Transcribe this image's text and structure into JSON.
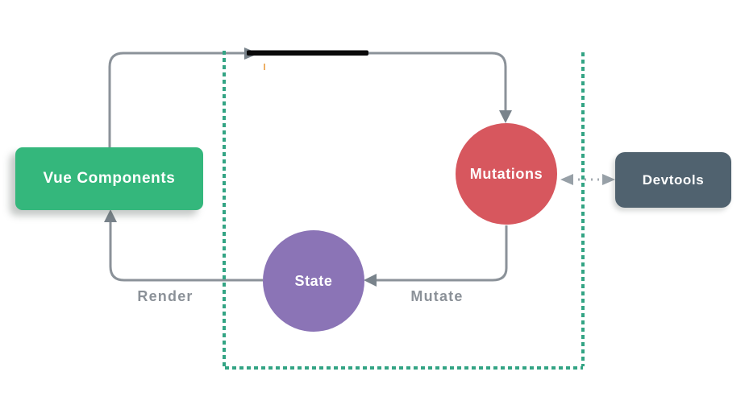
{
  "diagram": {
    "background": "#ffffff",
    "nodes": {
      "vue_components": {
        "label": "Vue Components",
        "shape": "rounded-rect",
        "fill": "#34b77c",
        "text_color": "#ffffff"
      },
      "mutations": {
        "label": "Mutations",
        "shape": "circle",
        "fill": "#d7575e",
        "text_color": "#ffffff"
      },
      "state": {
        "label": "State",
        "shape": "circle",
        "fill": "#8b74b6",
        "text_color": "#ffffff"
      },
      "devtools": {
        "label": "Devtools",
        "shape": "rounded-rect",
        "fill": "#50626f",
        "text_color": "#ffffff"
      }
    },
    "edge_labels": {
      "render": "Render",
      "mutate": "Mutate"
    },
    "edges": [
      {
        "from": "vue_components",
        "to": "mutations",
        "style": "solid",
        "label": "",
        "note": "top segment partially covered by black bar"
      },
      {
        "from": "mutations",
        "to": "state",
        "style": "solid",
        "label": "Mutate"
      },
      {
        "from": "state",
        "to": "vue_components",
        "style": "solid",
        "label": "Render"
      },
      {
        "from": "mutations",
        "to": "devtools",
        "style": "dotted",
        "bidirectional": true,
        "label": ""
      }
    ],
    "boundary": {
      "style": "dashed",
      "color": "#33a484",
      "sides": [
        "left",
        "right",
        "bottom"
      ]
    },
    "colors": {
      "edge_line": "#8b9299",
      "arrowhead": "#79838b",
      "dotted_line": "#a3aab0",
      "dotted_arrowhead": "#97a0a7",
      "edge_label_text": "#8b9198",
      "black_bar": "#0a0a0a"
    }
  }
}
